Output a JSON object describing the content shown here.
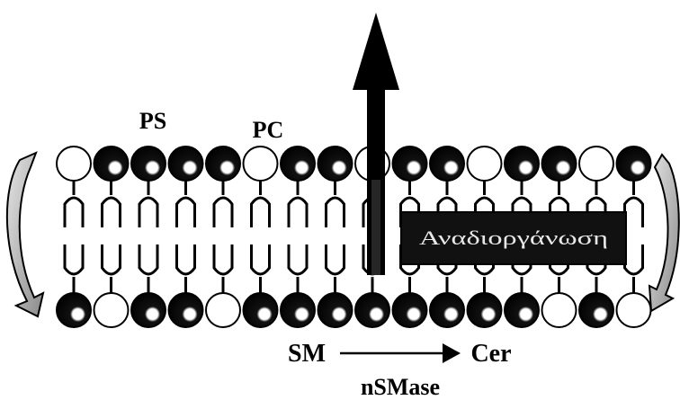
{
  "labels": {
    "ps": "PS",
    "pc": "PC",
    "sm": "SM",
    "cer": "Cer",
    "enzyme": "nSMase",
    "box_text": "Αναδιοργάνωση"
  },
  "outer_leaflet_heads": [
    "open",
    "shaded",
    "shaded",
    "shaded",
    "shaded",
    "open",
    "shaded",
    "shaded",
    "open",
    "shaded",
    "shaded",
    "open",
    "shaded",
    "shaded",
    "open",
    "shaded"
  ],
  "inner_leaflet_heads": [
    "shaded",
    "open",
    "shaded",
    "shaded",
    "open",
    "shaded",
    "shaded",
    "shaded",
    "shaded",
    "shaded",
    "shaded",
    "shaded",
    "shaded",
    "open",
    "shaded",
    "open"
  ],
  "colors": {
    "ink": "#000000",
    "paper": "#ffffff",
    "box": "#111111",
    "box_text": "#e8e8e8",
    "side_arrow_fill": "#bdbdbd"
  }
}
